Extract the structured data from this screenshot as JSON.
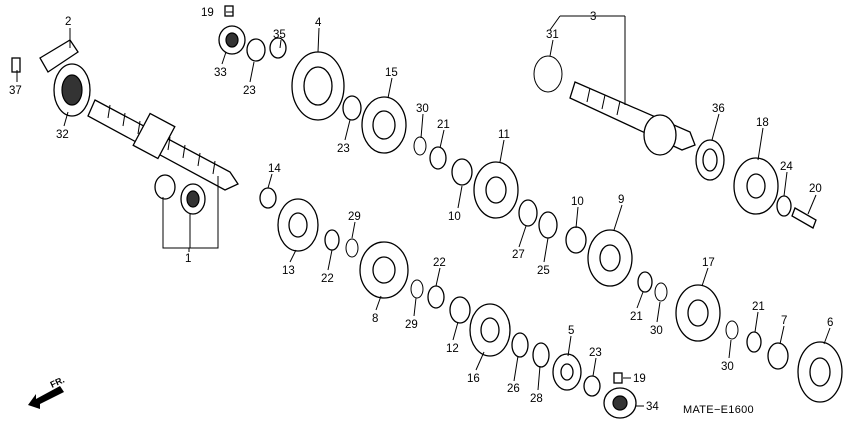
{
  "diagram": {
    "code": "MATE−E1600",
    "direction_label": "FR.",
    "callouts": [
      "1",
      "2",
      "3",
      "4",
      "5",
      "6",
      "7",
      "8",
      "9",
      "10",
      "11",
      "12",
      "13",
      "14",
      "15",
      "16",
      "17",
      "18",
      "19",
      "20",
      "21",
      "22",
      "23",
      "24",
      "25",
      "26",
      "27",
      "28",
      "29",
      "30",
      "31",
      "32",
      "33",
      "34",
      "35",
      "36",
      "37"
    ]
  }
}
